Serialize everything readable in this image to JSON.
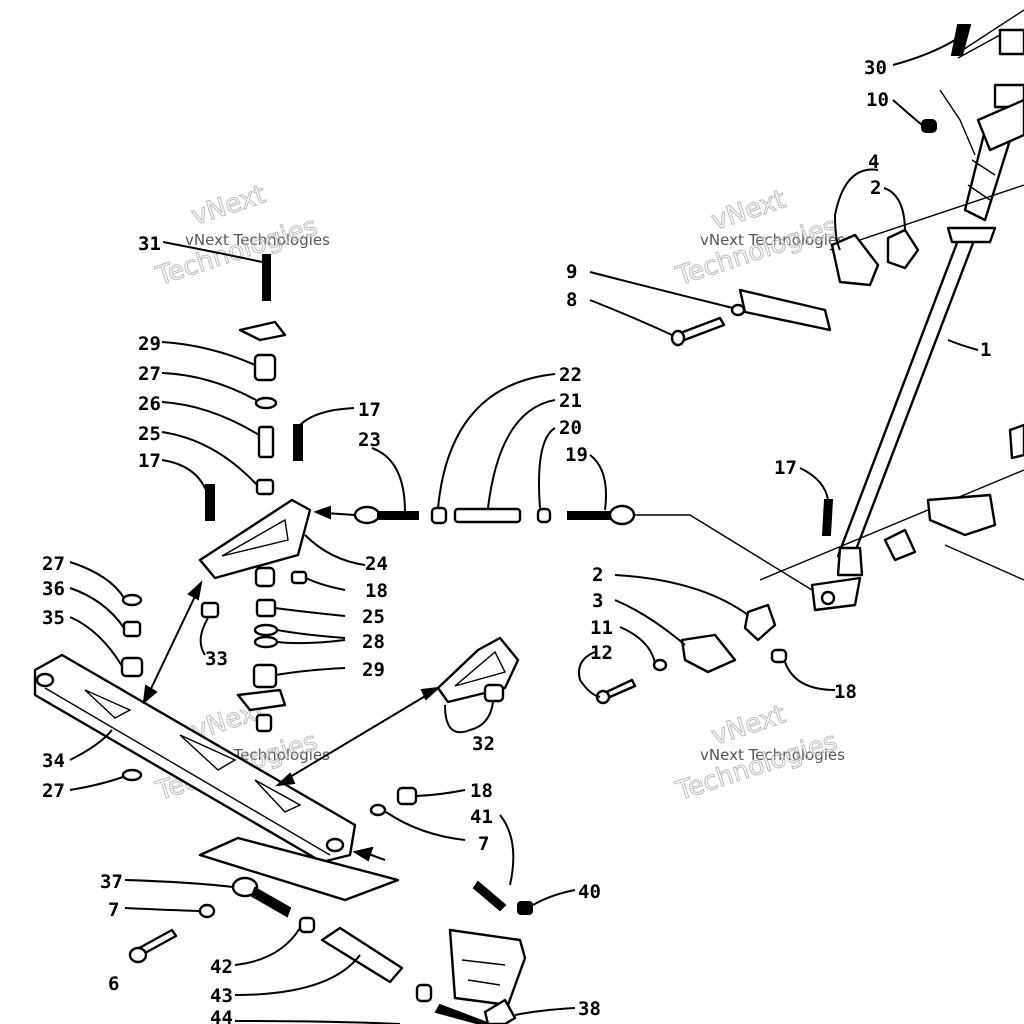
{
  "watermark": {
    "line1": "vNext Technologies",
    "line2": "vNext",
    "line3": "Technologies"
  },
  "callouts": {
    "c1": "1",
    "c2a": "2",
    "c2b": "2",
    "c3": "3",
    "c4": "4",
    "c6": "6",
    "c7a": "7",
    "c7b": "7",
    "c8": "8",
    "c9": "9",
    "c10": "10",
    "c11": "11",
    "c12": "12",
    "c17a": "17",
    "c17b": "17",
    "c17c": "17",
    "c18a": "18",
    "c18b": "18",
    "c18c": "18",
    "c19": "19",
    "c20": "20",
    "c21": "21",
    "c22": "22",
    "c23": "23",
    "c24": "24",
    "c25a": "25",
    "c25b": "25",
    "c26": "26",
    "c27a": "27",
    "c27b": "27",
    "c27c": "27",
    "c28": "28",
    "c29a": "29",
    "c29b": "29",
    "c30": "30",
    "c31": "31",
    "c32": "32",
    "c33": "33",
    "c34": "34",
    "c35": "35",
    "c36": "36",
    "c37": "37",
    "c38": "38",
    "c40": "40",
    "c41": "41",
    "c42": "42",
    "c43": "43",
    "c44": "44"
  }
}
